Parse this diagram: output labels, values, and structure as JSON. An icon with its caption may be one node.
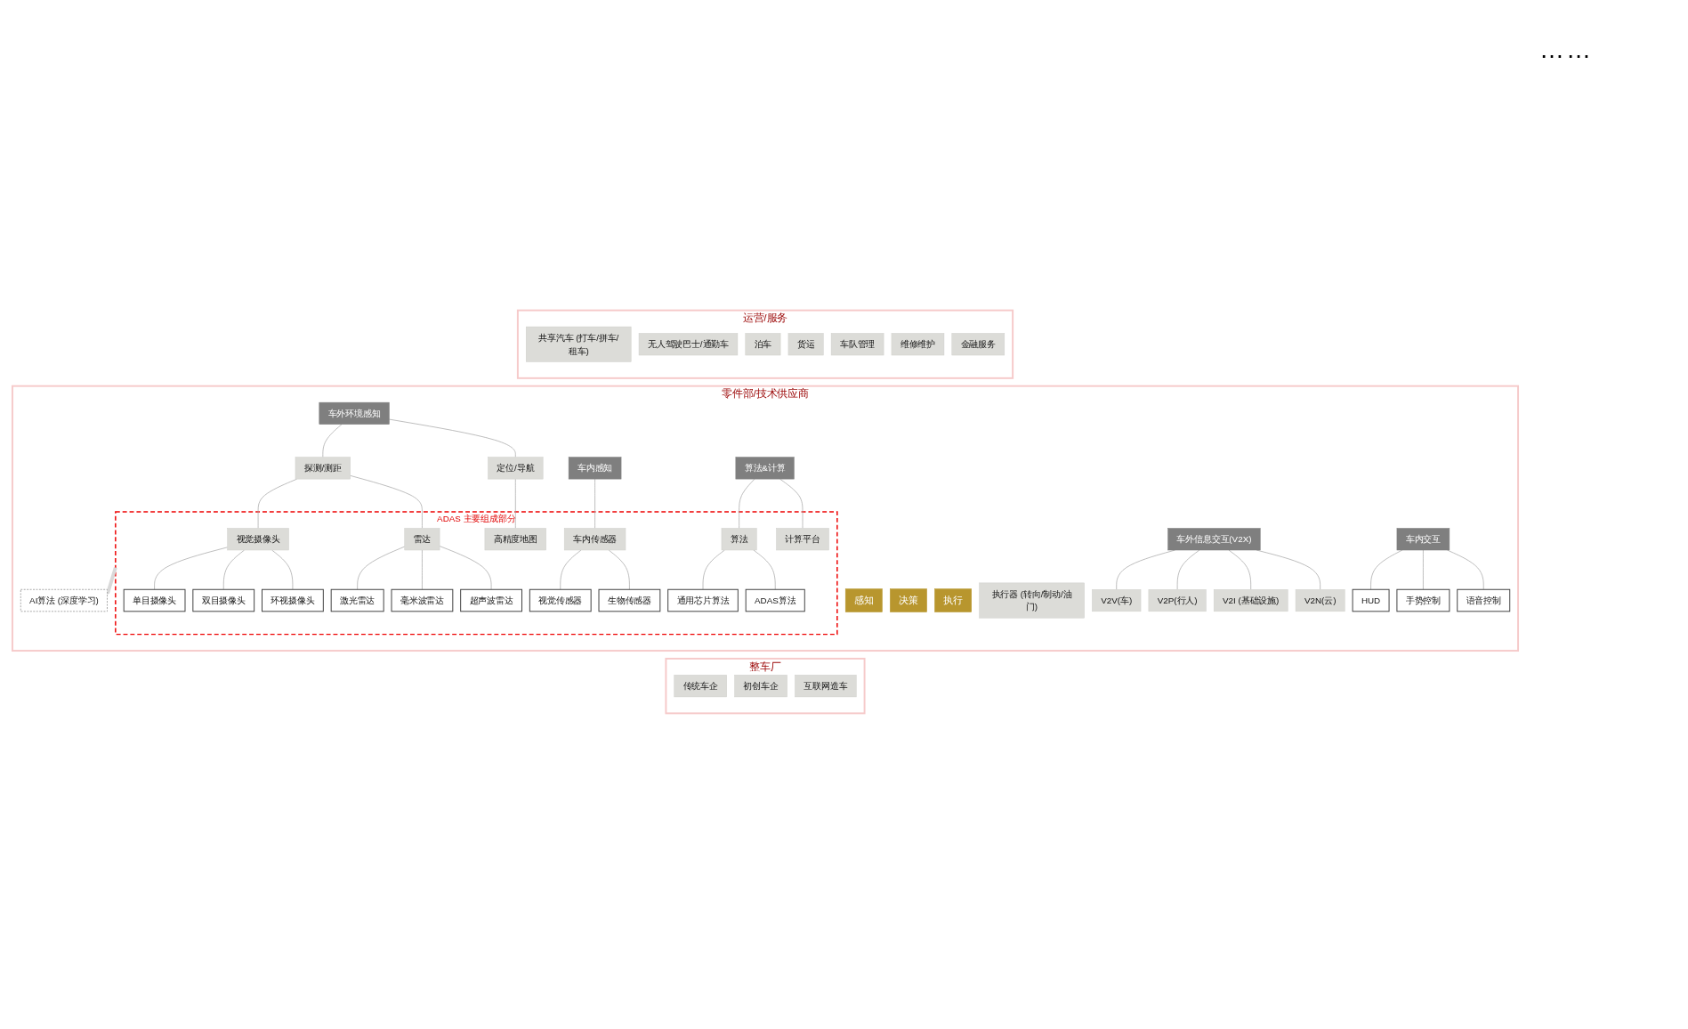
{
  "diagram": {
    "nodes": [
      {
        "text": [
          "整车厂"
        ]
      },
      {
        "text": [
          "传统车企"
        ],
        "in": 0
      },
      {
        "text": [
          "初创车企"
        ],
        "in": 0
      },
      {
        "text": [
          "互联网造车"
        ],
        "in": 0
      },
      {
        "text": [
          "零件部/技术供应商"
        ]
      },
      {
        "text": [
          "ADAS 主要组成部分"
        ],
        "in": 4
      },
      {
        "text": [
          "感知"
        ],
        "in": 4
      },
      {
        "text": [
          "决策"
        ],
        "in": 4
      },
      {
        "text": [
          "执行"
        ],
        "in": 4
      },
      {
        "text": [
          "车外环境感知"
        ],
        "in": 4
      },
      {
        "text": [
          "探测/测距"
        ],
        "in": 4
      },
      {
        "text": [
          "定位/导航"
        ],
        "in": 4
      },
      {
        "text": [
          "视觉摄像头"
        ],
        "in": 5
      },
      {
        "text": [
          "单目摄像头"
        ],
        "in": 5
      },
      {
        "text": [
          "双目摄像头"
        ],
        "in": 5
      },
      {
        "text": [
          "环视摄像头"
        ],
        "in": 5
      },
      {
        "text": [
          "雷达"
        ],
        "in": 5
      },
      {
        "text": [
          "激光雷达"
        ],
        "in": 5
      },
      {
        "text": [
          "毫米波雷达"
        ],
        "in": 5
      },
      {
        "text": [
          "超声波雷达"
        ],
        "in": 5
      },
      {
        "text": [
          "高精度地图"
        ],
        "in": 5
      },
      {
        "text": [
          "车内感知"
        ],
        "in": 4
      },
      {
        "text": [
          "车内传感器"
        ],
        "in": 5
      },
      {
        "text": [
          "视觉传感器"
        ],
        "in": 5
      },
      {
        "text": [
          "生物传感器"
        ],
        "in": 5
      },
      {
        "text": [
          "算法&计算"
        ],
        "in": 4
      },
      {
        "text": [
          "算法"
        ],
        "in": 5
      },
      {
        "text": [
          "通用芯片算法"
        ],
        "in": 5
      },
      {
        "text": [
          "ADAS算法"
        ],
        "in": 5
      },
      {
        "text": [
          "计算平台"
        ],
        "in": 5
      },
      {
        "text": [
          "执行器 (转向/制动/油门)"
        ],
        "in": 4
      },
      {
        "text": [
          "车外信息交互(V2X)"
        ],
        "in": 4
      },
      {
        "text": [
          "V2V(车)"
        ],
        "in": 4
      },
      {
        "text": [
          "V2P(行人)"
        ],
        "in": 4
      },
      {
        "text": [
          "V2I (基础设施)"
        ],
        "in": 4
      },
      {
        "text": [
          "V2N(云)"
        ],
        "in": 4
      },
      {
        "text": [
          "车内交互"
        ],
        "in": 4
      },
      {
        "text": [
          "HUD"
        ],
        "in": 4
      },
      {
        "text": [
          "手势控制"
        ],
        "in": 4
      },
      {
        "text": [
          "语音控制"
        ],
        "in": 4
      },
      {
        "text": [
          "AI算法 (深度学习)"
        ],
        "in": 4
      },
      {
        "text": [
          "运营/服务"
        ]
      },
      {
        "text": [
          "共享汽车 (打车/拼车/租车)"
        ],
        "in": 41
      },
      {
        "text": [
          "无人驾驶巴士/通勤车"
        ],
        "in": 41
      },
      {
        "text": [
          "泊车"
        ],
        "in": 41
      },
      {
        "text": [
          "货运"
        ],
        "in": 41
      },
      {
        "text": [
          "车队管理"
        ],
        "in": 41
      },
      {
        "text": [
          "维修维护"
        ],
        "in": 41
      },
      {
        "text": [
          "金融服务"
        ],
        "in": 41
      }
    ],
    "edges": [
      {
        "from": 9,
        "to": 10,
        "arrow": "none"
      },
      {
        "from": 9,
        "to": 11,
        "arrow": "none"
      },
      {
        "from": 10,
        "to": 12,
        "arrow": "none"
      },
      {
        "from": 10,
        "to": 16,
        "arrow": "none"
      },
      {
        "from": 11,
        "to": 20,
        "arrow": "none"
      },
      {
        "from": 12,
        "to": 13,
        "arrow": "none"
      },
      {
        "from": 12,
        "to": 14,
        "arrow": "none"
      },
      {
        "from": 12,
        "to": 15,
        "arrow": "none"
      },
      {
        "from": 16,
        "to": 17,
        "arrow": "none"
      },
      {
        "from": 16,
        "to": 18,
        "arrow": "none"
      },
      {
        "from": 16,
        "to": 19,
        "arrow": "none"
      },
      {
        "from": 21,
        "to": 22,
        "arrow": "none"
      },
      {
        "from": 22,
        "to": 23,
        "arrow": "none"
      },
      {
        "from": 22,
        "to": 24,
        "arrow": "none"
      },
      {
        "from": 25,
        "to": 26,
        "arrow": "none"
      },
      {
        "from": 25,
        "to": 29,
        "arrow": "none"
      },
      {
        "from": 26,
        "to": 27,
        "arrow": "none"
      },
      {
        "from": 26,
        "to": 28,
        "arrow": "none"
      },
      {
        "from": 31,
        "to": 32,
        "arrow": "none"
      },
      {
        "from": 31,
        "to": 33,
        "arrow": "none"
      },
      {
        "from": 31,
        "to": 34,
        "arrow": "none"
      },
      {
        "from": 31,
        "to": 35,
        "arrow": "none"
      },
      {
        "from": 36,
        "to": 37,
        "arrow": "none"
      },
      {
        "from": 36,
        "to": 38,
        "arrow": "none"
      },
      {
        "from": 36,
        "to": 39,
        "arrow": "none"
      },
      {
        "from": 5,
        "to": 40,
        "arrow": "to",
        "style": "thick",
        "color": "#d9d9d9"
      }
    ],
    "labels": [
      "……"
    ]
  }
}
